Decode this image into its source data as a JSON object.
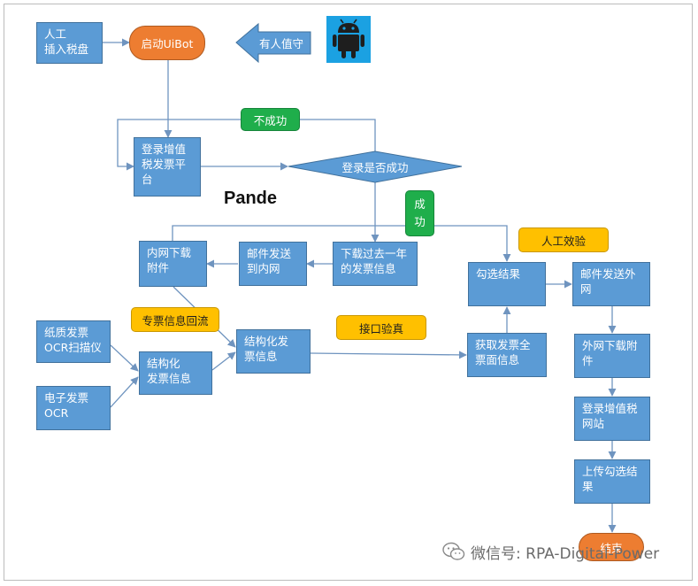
{
  "nodes": {
    "manual_insert": "人工\n插入税盘",
    "start_uibot": "启动UiBot",
    "attended": "有人值守",
    "login_vat": "登录增值\n税发票平\n台",
    "login_success": "登录是否成功",
    "fail": "不成功",
    "success": "成\n功",
    "pande": "Pande",
    "download_year": "下载过去一年\n的发票信息",
    "email_intranet": "邮件发送\n到内网",
    "intranet_download": "内网下载\n附件",
    "special_invoice": "专票信息回流",
    "paper_ocr": "纸质发票\nOCR扫描仪",
    "structured_a": "结构化\n发票信息",
    "e_invoice_ocr": "电子发票\n   OCR",
    "structured_b": "结构化发\n票信息",
    "api_verify": "接口验真",
    "get_full_info": "获取发票全\n票面信息",
    "check_result": "勾选结果",
    "manual_verify": "人工效验",
    "email_external": "邮件发送外\n网",
    "external_download": "外网下载附\n件",
    "login_vat_site": "登录增值税\n网站",
    "upload_result": "上传勾选结\n果",
    "end": "结束"
  },
  "watermark": "微信号: RPA-Digital-Power",
  "icons": {
    "android": "android-robot-icon",
    "wechat": "wechat-logo-icon"
  },
  "colors": {
    "process_fill": "#5b9bd5",
    "terminal_fill": "#ed7d31",
    "success_tag": "#1fae4b",
    "note_tag": "#ffc000",
    "connector": "#6f94bf"
  }
}
